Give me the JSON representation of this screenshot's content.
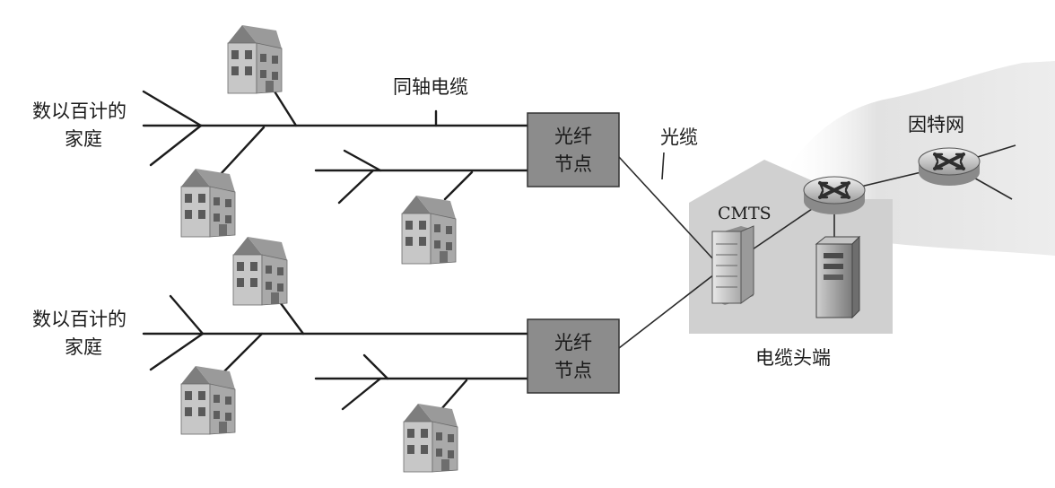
{
  "labels": {
    "homes_top": [
      "数以百计的",
      "家庭"
    ],
    "homes_bottom": [
      "数以百计的",
      "家庭"
    ],
    "coax": "同轴电缆",
    "fiber_cable": "光缆",
    "fiber_node_top": [
      "光纤",
      "节点"
    ],
    "fiber_node_bottom": [
      "光纤",
      "节点"
    ],
    "cmts": "CMTS",
    "internet": "因特网",
    "headend": "电缆头端"
  },
  "colors": {
    "node_fill": "#8c8c8c",
    "headend_fill": "#d4d4d4",
    "internet_cloud": "#e6e6e6",
    "house_wall": "#bdbdbd",
    "house_roof": "#8a8a8a"
  },
  "icons": {
    "house": "house-icon",
    "router": "router-icon",
    "cmts": "cmts-rack-icon",
    "server": "server-tower-icon"
  }
}
